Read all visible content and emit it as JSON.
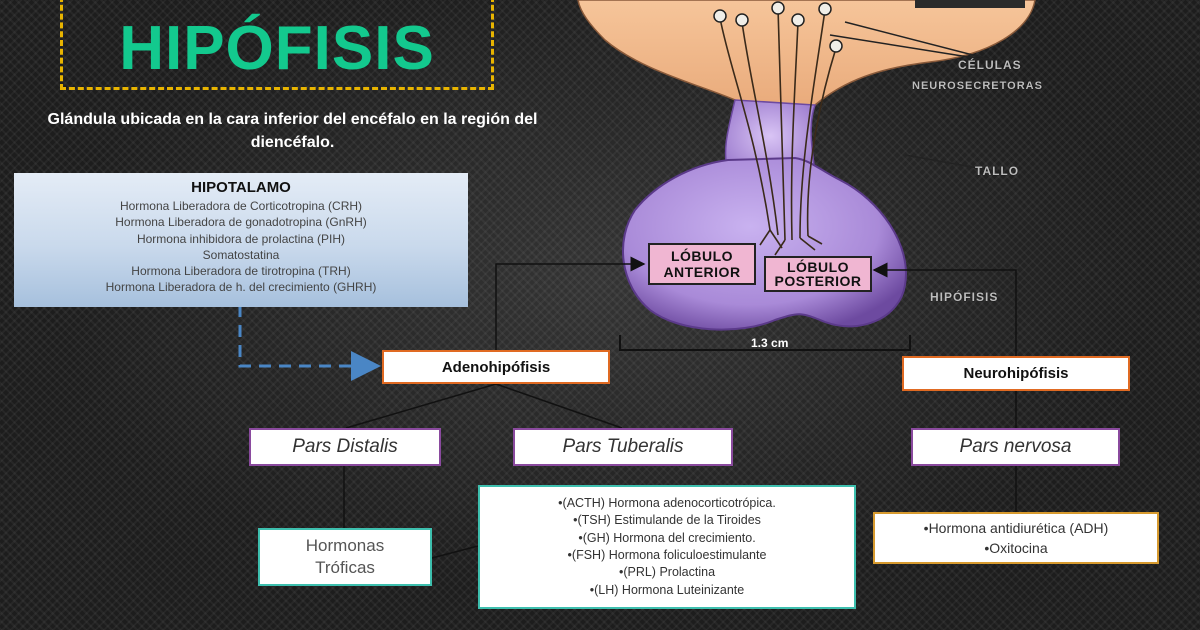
{
  "title": "HIPÓFISIS",
  "subtitle": "Glándula ubicada en la cara inferior del encéfalo en la región del diencéfalo.",
  "hipotalamo": {
    "title": "HIPOTALAMO",
    "hormones": [
      "Hormona Liberadora de Corticotropina (CRH)",
      "Hormona Liberadora de gonadotropina (GnRH)",
      "Hormona inhibidora de prolactina (PIH)",
      "Somatostatina",
      "Hormona Liberadora de tirotropina (TRH)",
      "Hormona Liberadora de h. del crecimiento (GHRH)"
    ]
  },
  "anatomy": {
    "cells_label_1": "CÉLULAS",
    "cells_label_2": "NEUROSECRETORAS",
    "stalk_label": "TALLO",
    "gland_label": "HIPÓFISIS",
    "anterior_lobe": [
      "LÓBULO",
      "ANTERIOR"
    ],
    "posterior_lobe": [
      "LÓBULO",
      "POSTERIOR"
    ],
    "size": "1.3 cm"
  },
  "adeno": {
    "label": "Adenohipófisis",
    "pars_distalis": "Pars Distalis",
    "pars_tuberalis": "Pars Tuberalis",
    "tropic_hormones": [
      "Hormonas",
      "Tróficas"
    ],
    "hormones": [
      "•(ACTH) Hormona adenocorticotrópica.",
      "•(TSH) Estimulande de la Tiroides",
      "•(GH) Hormona del crecimiento.",
      "•(FSH) Hormona foliculoestimulante",
      "•(PRL) Prolactina",
      "•(LH) Hormona Luteinizante"
    ]
  },
  "neuro": {
    "label": "Neurohipófisis",
    "pars_nervosa": "Pars nervosa",
    "hormones": [
      "•Hormona antidiurética (ADH)",
      "•Oxitocina"
    ]
  },
  "colors": {
    "title": "#13c98e",
    "title_border": "#e8b400",
    "adeno_border": "#e06a22",
    "pars_border": "#8a4a9e",
    "list_border": "#3dbfae",
    "neuro_list_border": "#d79a2e",
    "hipo_arrow": "#4a86c5",
    "gland": "#b393e0"
  }
}
